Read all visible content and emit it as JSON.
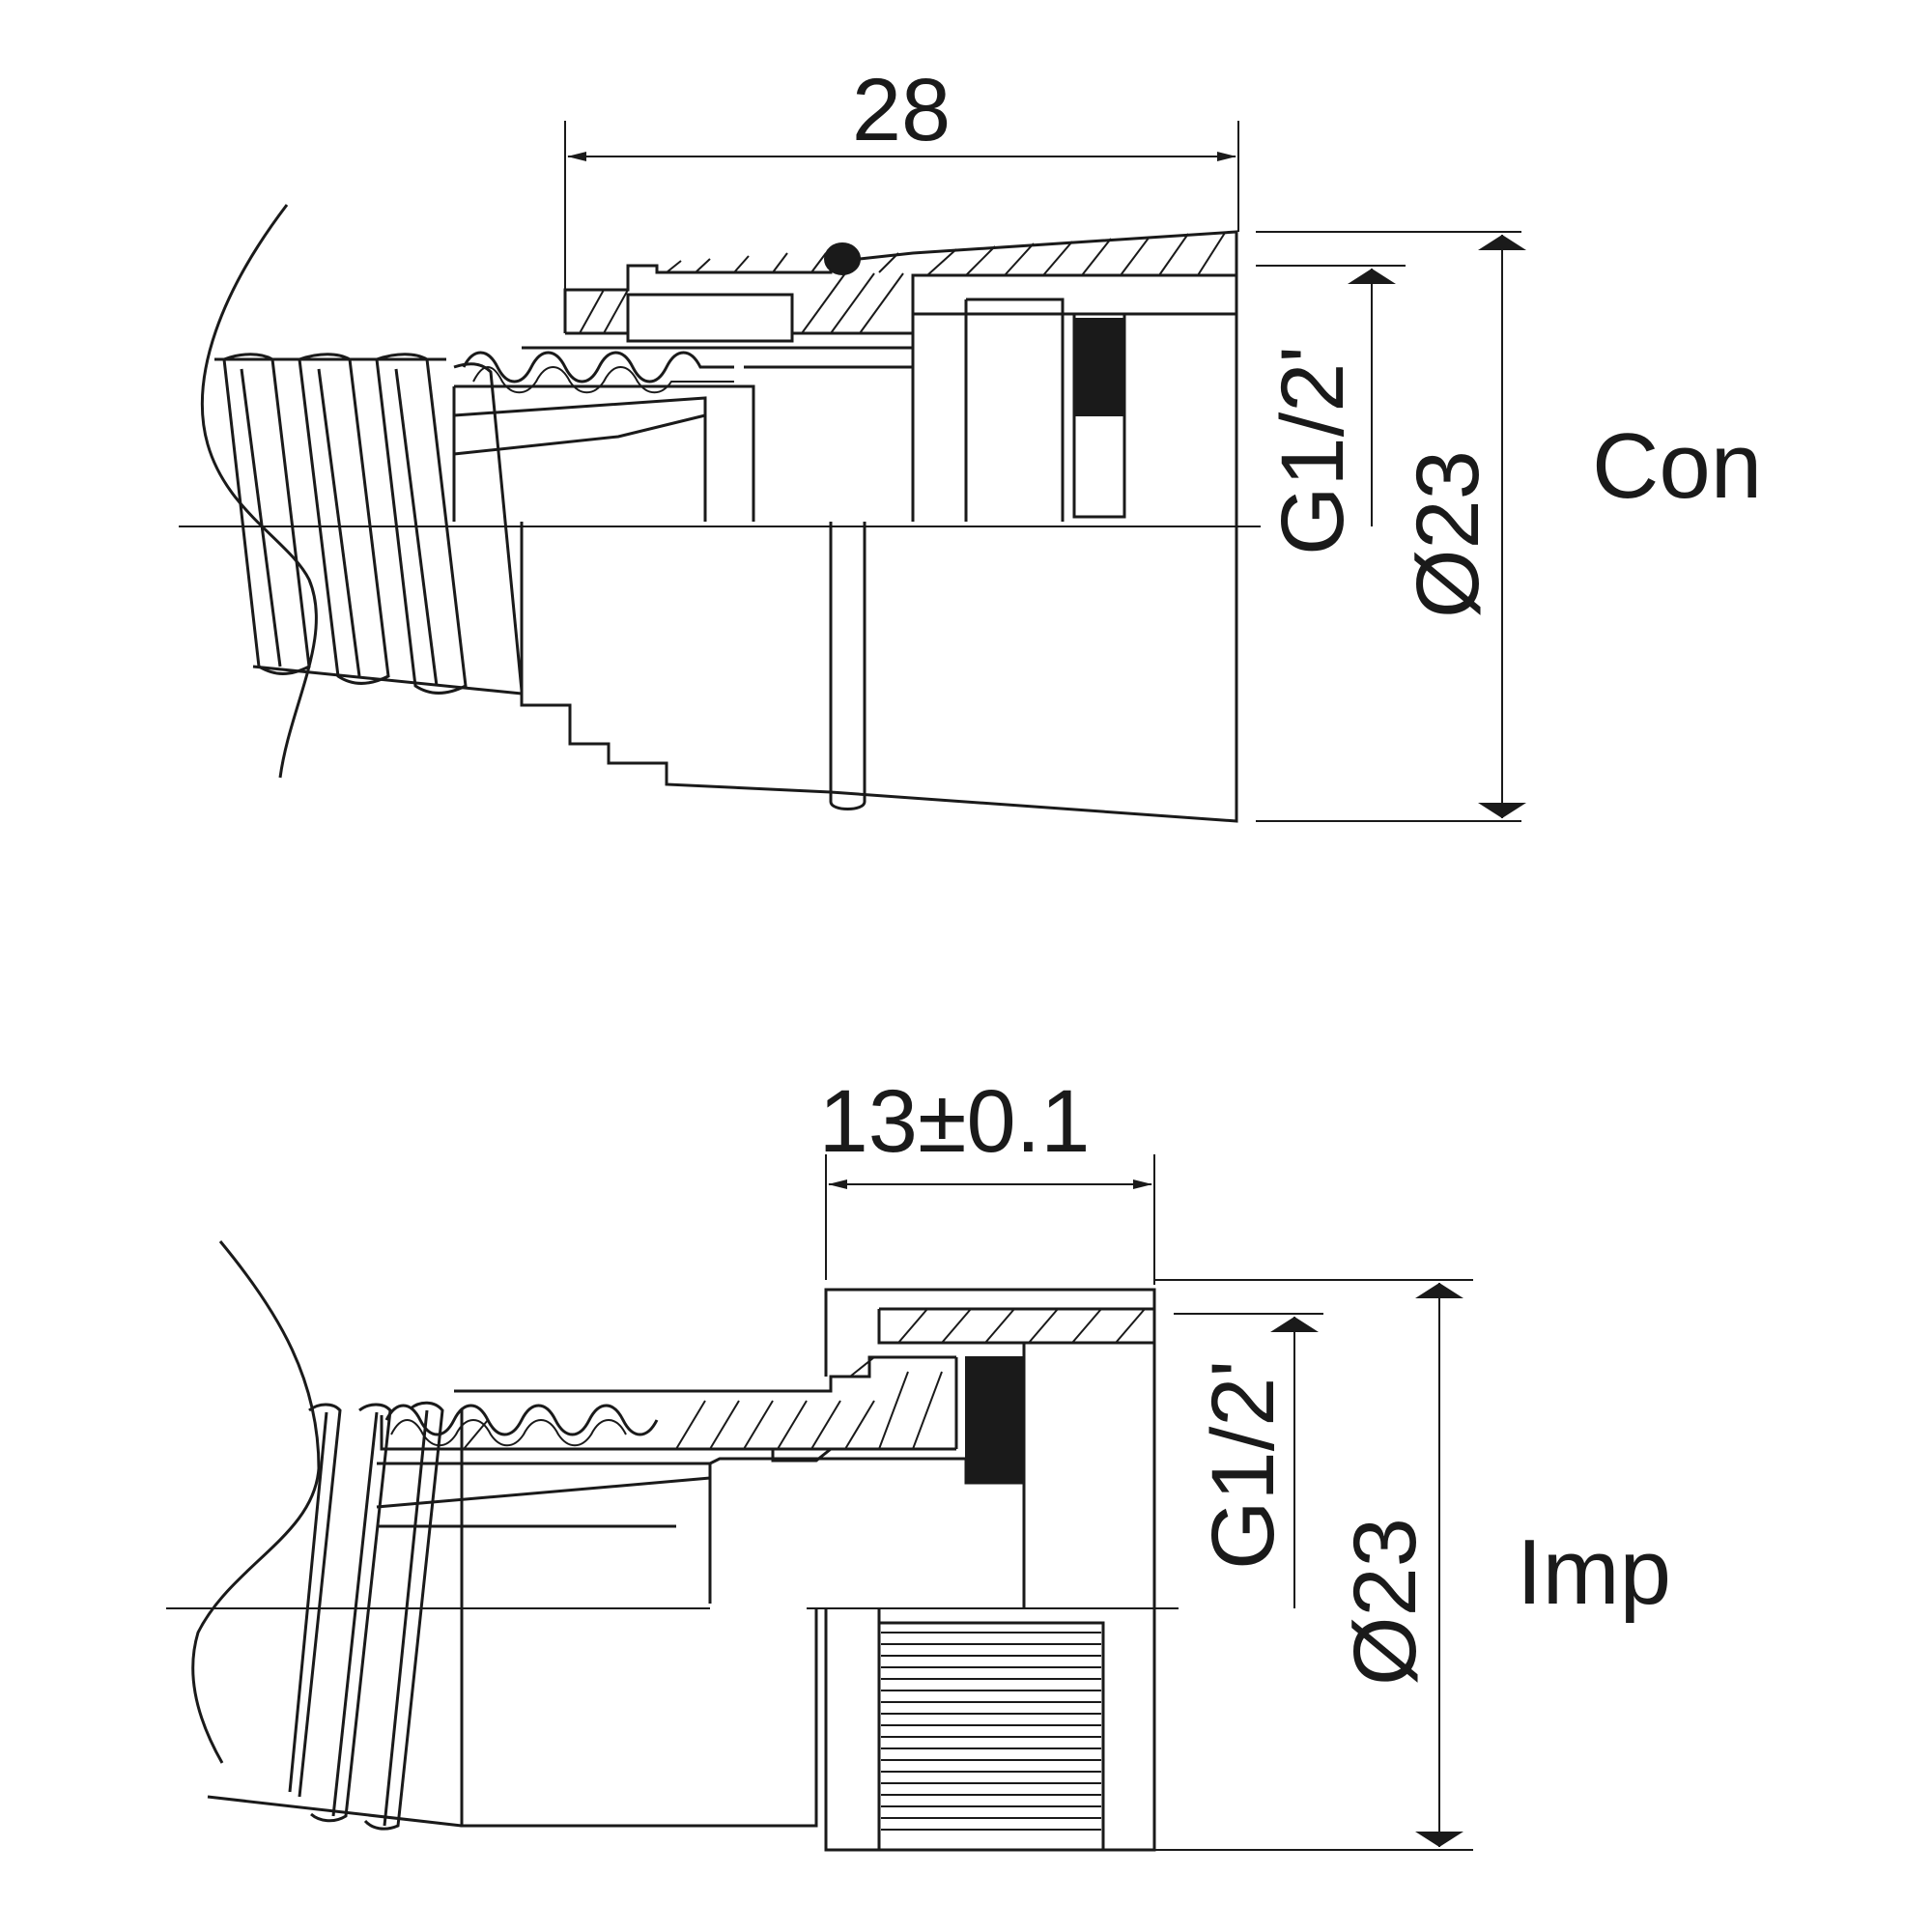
{
  "con": {
    "length_dim": "28",
    "thread_dim": "G1/2'",
    "diameter_dim": "Ø23",
    "label": "Con"
  },
  "imp": {
    "length_dim": "13±0.1",
    "thread_dim": "G1/2'",
    "diameter_dim": "Ø23",
    "label": "Imp"
  },
  "colors": {
    "line": "#1a1a1a",
    "background": "#ffffff"
  }
}
